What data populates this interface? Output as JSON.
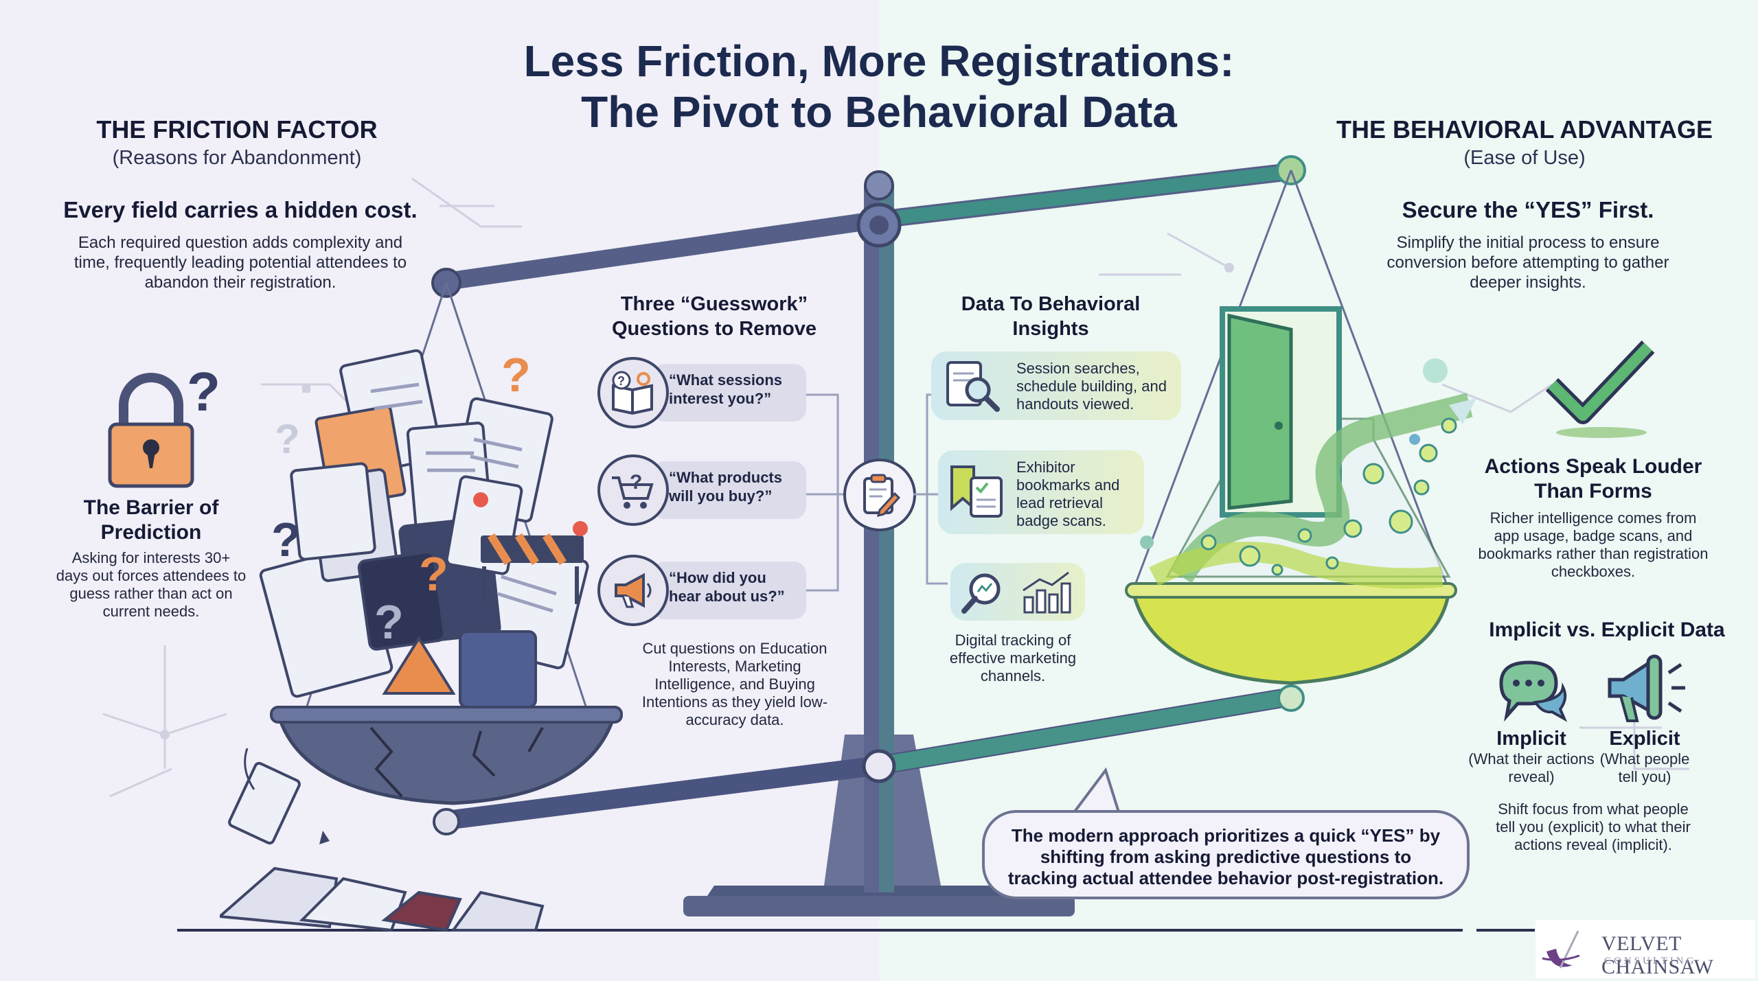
{
  "title": {
    "line1": "Less Friction, More Registrations:",
    "line2": "The Pivot to Behavioral Data"
  },
  "left": {
    "section_title": "THE FRICTION FACTOR",
    "section_sub": "(Reasons for Abandonment)",
    "headline": "Every field carries a hidden cost.",
    "body": "Each required question adds complexity and time, frequently leading potential attendees to abandon their registration.",
    "barrier_title": "The Barrier of Prediction",
    "barrier_body": "Asking for interests 30+ days out forces attendees to guess rather than act on current needs."
  },
  "guesswork": {
    "title": "Three “Guesswork” Questions to Remove",
    "questions": [
      {
        "text": "“What sessions interest you?”",
        "icon": "book-gear-icon"
      },
      {
        "text": "“What products will you buy?”",
        "icon": "cart-question-icon"
      },
      {
        "text": "“How did you hear about us?”",
        "icon": "megaphone-icon"
      }
    ],
    "note": "Cut questions on Education Interests, Marketing Intelligence, and Buying Intentions as they yield low-accuracy data."
  },
  "insights": {
    "title": "Data To Behavioral Insights",
    "items": [
      {
        "text": "Session searches, schedule building, and handouts viewed.",
        "icon": "document-search-icon"
      },
      {
        "text": "Exhibitor bookmarks and lead retrieval badge scans.",
        "icon": "bookmark-checklist-icon"
      }
    ],
    "tracking_caption": "Digital tracking of effective marketing channels."
  },
  "right": {
    "section_title": "THE BEHAVIORAL ADVANTAGE",
    "section_sub": "(Ease of Use)",
    "headline": "Secure the “YES” First.",
    "body": "Simplify the initial process to ensure conversion before attempting to gather deeper insights.",
    "actions_title": "Actions Speak Louder Than Forms",
    "actions_body": "Richer intelligence comes from app usage, badge scans, and bookmarks rather than registration checkboxes.",
    "ie_title": "Implicit vs. Explicit Data",
    "implicit_label": "Implicit",
    "implicit_sub": "(What their actions reveal)",
    "explicit_label": "Explicit",
    "explicit_sub": "(What people tell you)",
    "shift_text": "Shift focus from what people tell you (explicit) to what their actions reveal (implicit)."
  },
  "callout": "The modern approach prioritizes a quick “YES” by shifting from asking predictive questions to tracking actual attendee behavior post-registration.",
  "logo": {
    "name": "VELVET CHAINSAW",
    "sub": "CONSULTING"
  },
  "colors": {
    "navy": "#1c2a4f",
    "slate": "#4a5278",
    "teal": "#3f8f86",
    "lime": "#c9dc5a",
    "orange": "#e98d4f",
    "green": "#5cb873"
  }
}
